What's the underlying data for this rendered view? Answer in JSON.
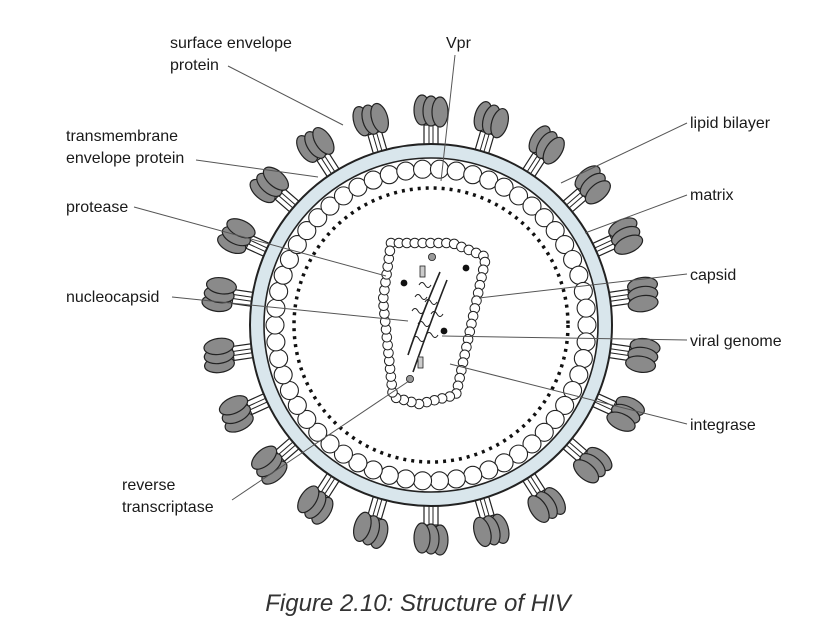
{
  "figure": {
    "caption": "Figure 2.10: Structure of HIV",
    "labels": {
      "surface_envelope_protein": [
        "surface envelope",
        "protein"
      ],
      "vpr": "Vpr",
      "transmembrane_envelope_protein": [
        "transmembrane",
        "envelope protein"
      ],
      "lipid_bilayer": "lipid bilayer",
      "protease": "protease",
      "matrix": "matrix",
      "capsid": "capsid",
      "nucleocapsid": "nucleocapsid",
      "viral_genome": "viral genome",
      "integrase": "integrase",
      "reverse_transcriptase": [
        "reverse",
        "transcriptase"
      ]
    }
  },
  "colors": {
    "lipid_fill": "#d9e6ec",
    "protein_fill": "#8a8a8a",
    "stroke": "#222222",
    "leader": "#555555"
  }
}
